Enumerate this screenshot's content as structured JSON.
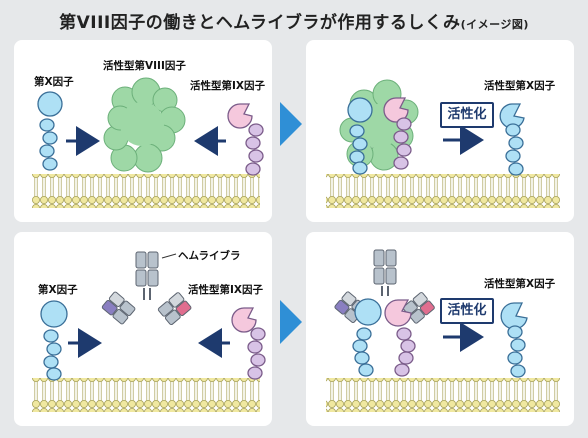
{
  "title": {
    "main": "第VIII因子の働きとヘムライブラが作用するしくみ",
    "sub": "(イメージ図)"
  },
  "labels": {
    "factor_x": "第X因子",
    "active_factor_viii": "活性型第VIII因子",
    "active_factor_ix": "活性型第IX因子",
    "active_factor_x": "活性型第X因子",
    "hemlibra": "ヘムライブラ",
    "activation": "活性化"
  },
  "colors": {
    "background": "#e6e8ea",
    "factor_x": "#aee0f5",
    "factor_x_stroke": "#3a6f98",
    "factor_ix": "#f5c8dd",
    "factor_ix_stroke": "#7b5c8a",
    "factor_viii": "#9ed8a6",
    "arrow": "#1e3a6e",
    "big_arrow": "#2f8fd6",
    "membrane_head": "#f0e8a0",
    "membrane_stroke": "#a9a35a"
  }
}
